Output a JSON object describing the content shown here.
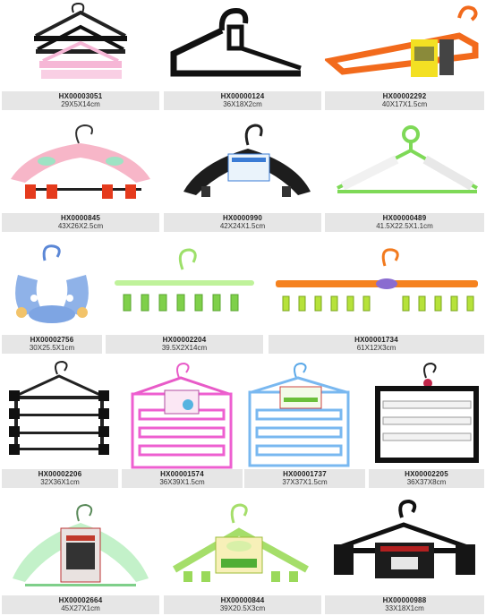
{
  "products": [
    {
      "code": "HX00003051",
      "size": "29X5X14cm",
      "icon": "hanger-set-black-pink"
    },
    {
      "code": "HX00000124",
      "size": "36X18X2cm",
      "icon": "hanger-black-bar"
    },
    {
      "code": "HX00002292",
      "size": "40X17X1.5cm",
      "icon": "hanger-orange-folding"
    },
    {
      "code": "HX0000845",
      "size": "43X26X2.5cm",
      "icon": "hanger-pink-with-clips"
    },
    {
      "code": "HX0000990",
      "size": "42X24X1.5cm",
      "icon": "hanger-black-wide-shoulder"
    },
    {
      "code": "HX00000489",
      "size": "41.5X22.5X1.1cm",
      "icon": "hanger-green-white"
    },
    {
      "code": "HX00002756",
      "size": "30X25.5X1cm",
      "icon": "hanger-blue-multi-hook"
    },
    {
      "code": "HX00002204",
      "size": "39.5X2X14cm",
      "icon": "hanger-green-peg-rack"
    },
    {
      "code": "HX00001734",
      "size": "61X12X3cm",
      "icon": "hanger-orange-peg-rack"
    },
    {
      "code": "HX00002206",
      "size": "32X36X1cm",
      "icon": "hanger-black-tiered-clips"
    },
    {
      "code": "HX00001574",
      "size": "36X39X1.5cm",
      "icon": "hanger-pink-tiered"
    },
    {
      "code": "HX00001737",
      "size": "37X37X1.5cm",
      "icon": "hanger-blue-tiered"
    },
    {
      "code": "HX00002205",
      "size": "36X37X8cm",
      "icon": "hanger-black-white-tiered"
    },
    {
      "code": "HX00002664",
      "size": "45X27X1cm",
      "icon": "hanger-clear-green"
    },
    {
      "code": "HX00000844",
      "size": "39X20.5X3cm",
      "icon": "hanger-green-packaged"
    },
    {
      "code": "HX00000988",
      "size": "33X18X1cm",
      "icon": "hanger-black-clip-packaged"
    }
  ]
}
